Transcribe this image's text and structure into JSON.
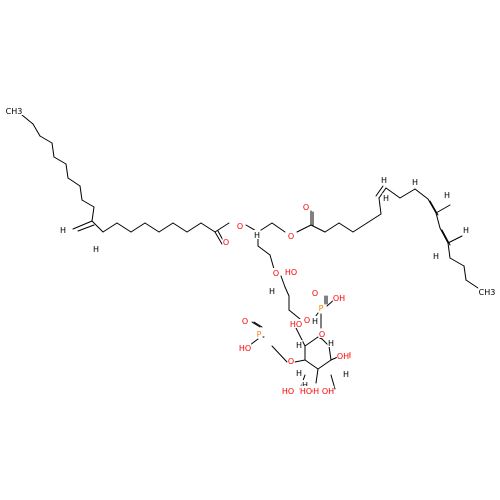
{
  "colors": {
    "bond": "#000000",
    "carbon_label": "#000000",
    "oxygen": "#ff0000",
    "phosphorus": "#ff8000"
  },
  "molecule": {
    "atoms": [
      {
        "id": "ch3_top",
        "text": "CH3",
        "el": "C"
      },
      {
        "id": "h_db1a",
        "text": "H",
        "el": "C"
      },
      {
        "id": "h_db1b",
        "text": "H",
        "el": "C"
      },
      {
        "id": "o_ester1_single",
        "text": "O",
        "el": "O"
      },
      {
        "id": "o_ester1_double",
        "text": "O",
        "el": "O"
      },
      {
        "id": "h_stereo1",
        "text": "H",
        "el": "C"
      },
      {
        "id": "o_ester2_single",
        "text": "O",
        "el": "O"
      },
      {
        "id": "o_ester2_double",
        "text": "O",
        "el": "O"
      },
      {
        "id": "h_db2a",
        "text": "H",
        "el": "C"
      },
      {
        "id": "h_db2b",
        "text": "H",
        "el": "C"
      },
      {
        "id": "h_db3a",
        "text": "H",
        "el": "C"
      },
      {
        "id": "h_db3b",
        "text": "H",
        "el": "C"
      },
      {
        "id": "h_db4a",
        "text": "H",
        "el": "C"
      },
      {
        "id": "h_db4b",
        "text": "H",
        "el": "C"
      },
      {
        "id": "ch3_right",
        "text": "CH3",
        "el": "C"
      },
      {
        "id": "o_ether",
        "text": "O",
        "el": "O"
      },
      {
        "id": "oh_glycerol",
        "text": "HO",
        "el": "O"
      },
      {
        "id": "h_stereo2",
        "text": "H",
        "el": "C"
      },
      {
        "id": "o_phosphodiester",
        "text": "O",
        "el": "O"
      },
      {
        "id": "p1",
        "text": "P",
        "el": "P"
      },
      {
        "id": "p1_double_o",
        "text": "O",
        "el": "O"
      },
      {
        "id": "p1_oh",
        "text": "OH",
        "el": "O"
      },
      {
        "id": "o_ring_p1",
        "text": "O",
        "el": "O"
      },
      {
        "id": "p2_double_o",
        "text": "O",
        "el": "O"
      },
      {
        "id": "p2",
        "text": "P",
        "el": "P"
      },
      {
        "id": "p2_oh",
        "text": "HO",
        "el": "O"
      },
      {
        "id": "ring_c1_oh",
        "text": "HO",
        "el": "O"
      },
      {
        "id": "h_ring1",
        "text": "H",
        "el": "C"
      },
      {
        "id": "h_ring2",
        "text": "H",
        "el": "C"
      },
      {
        "id": "o_ring_p2",
        "text": "O",
        "el": "O"
      },
      {
        "id": "h_ring3",
        "text": "H",
        "el": "C"
      },
      {
        "id": "h_ring4",
        "text": "H",
        "el": "C"
      },
      {
        "id": "ring_c3_oh",
        "text": "OH",
        "el": "O"
      },
      {
        "id": "h_ring5",
        "text": "H",
        "el": "C"
      },
      {
        "id": "ring_c4_oh",
        "text": "OH",
        "el": "O"
      },
      {
        "id": "h_ring6",
        "text": "H",
        "el": "C"
      },
      {
        "id": "ring_c5_oh",
        "text": "OH",
        "el": "O"
      },
      {
        "id": "ring_c6_oh",
        "text": "HO",
        "el": "O"
      },
      {
        "id": "ring_c6b_oh",
        "text": "HO",
        "el": "O"
      },
      {
        "id": "p2_o_oh",
        "text": "OH",
        "el": "O"
      }
    ]
  }
}
